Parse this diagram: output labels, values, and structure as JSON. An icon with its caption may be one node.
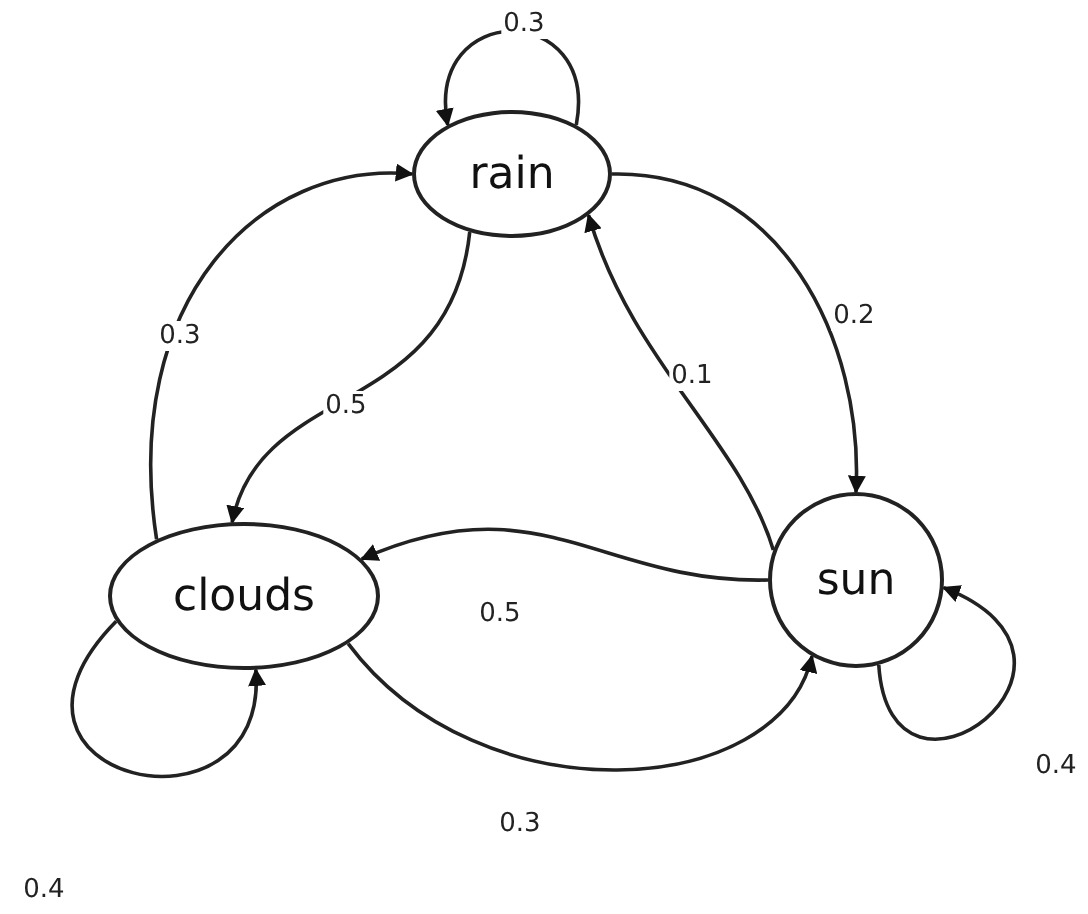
{
  "diagram": {
    "nodes": [
      {
        "text": [
          "rain"
        ]
      },
      {
        "text": [
          "clouds"
        ]
      },
      {
        "text": [
          "sun"
        ]
      }
    ],
    "edges": [
      {
        "from": 0,
        "to": 0,
        "arrow": "to",
        "label": "0.3"
      },
      {
        "from": 0,
        "to": 2,
        "arrow": "to",
        "label": "0.2"
      },
      {
        "from": 2,
        "to": 0,
        "arrow": "to",
        "label": "0.1"
      },
      {
        "from": 0,
        "to": 1,
        "arrow": "to",
        "label": "0.5"
      },
      {
        "from": 1,
        "to": 0,
        "arrow": "to",
        "label": "0.3"
      },
      {
        "from": 2,
        "to": 1,
        "arrow": "to",
        "label": "0.5"
      },
      {
        "from": 1,
        "to": 2,
        "arrow": "to",
        "label": "0.3"
      },
      {
        "from": 1,
        "to": 1,
        "arrow": "to",
        "label": "0.4"
      },
      {
        "from": 2,
        "to": 2,
        "arrow": "to",
        "label": "0.4"
      }
    ]
  }
}
